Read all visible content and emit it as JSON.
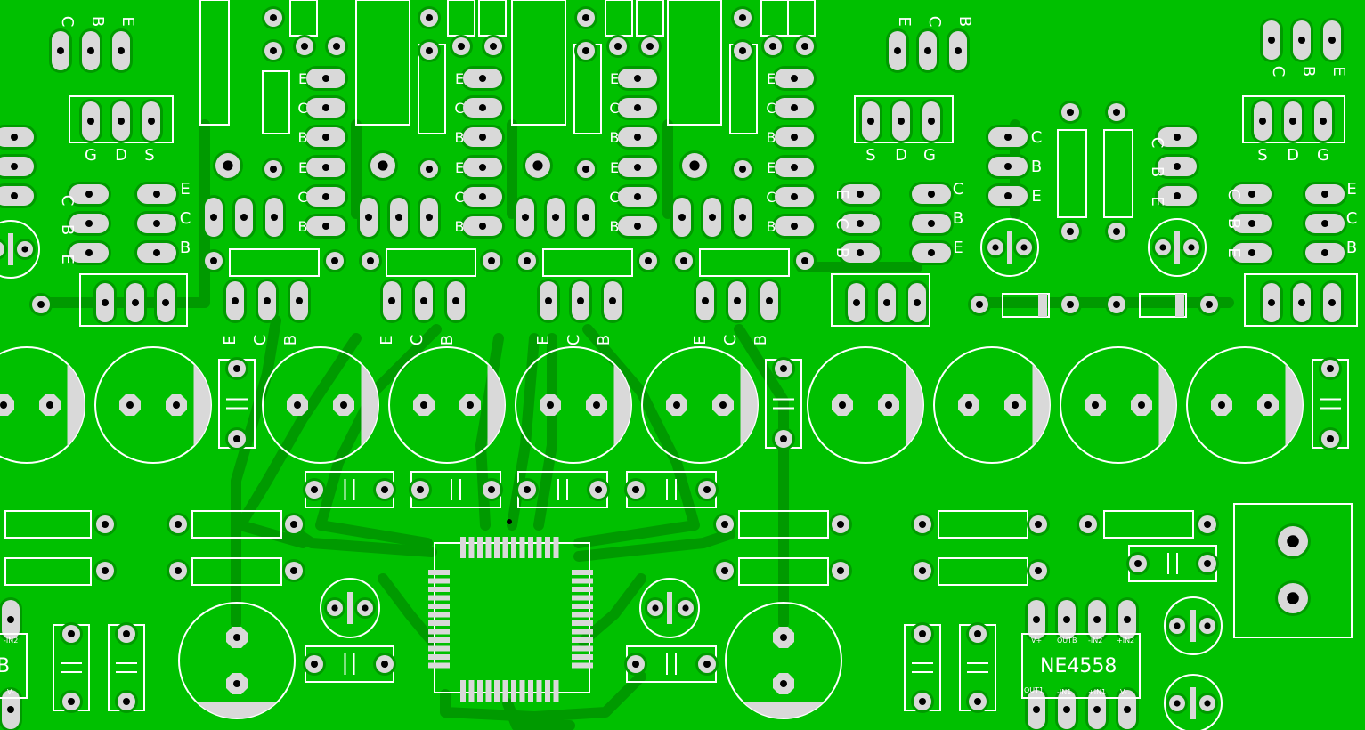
{
  "colors": {
    "board": "#00c000",
    "trace": "#009a00",
    "pad": "#d9d9d9",
    "drill": "#000000",
    "silk": "#ffffff"
  },
  "pins": {
    "ecb": [
      "E",
      "C",
      "B"
    ],
    "cbe": [
      "C",
      "B",
      "E"
    ],
    "gds": [
      "G",
      "D",
      "S"
    ],
    "sdg": [
      "S",
      "D",
      "G"
    ]
  },
  "ic": {
    "label": "NE4558",
    "pins_top": [
      "V+",
      "OUTB",
      "-IN2",
      "+IN2"
    ],
    "pins_bottom": [
      "OUT1",
      "-IN1",
      "+IN1",
      "V-"
    ]
  },
  "edge_labels": {
    "inb": "-IN2",
    "b": "B",
    "vm": "V-"
  }
}
